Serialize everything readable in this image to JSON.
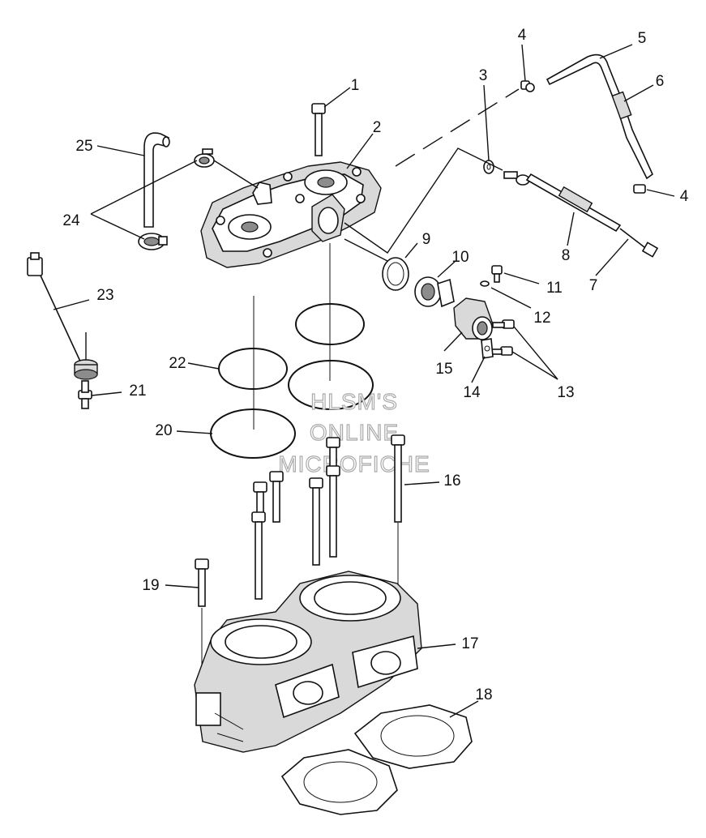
{
  "diagram": {
    "callouts": [
      "1",
      "2",
      "3",
      "4",
      "5",
      "6",
      "4",
      "8",
      "7",
      "9",
      "10",
      "11",
      "12",
      "13",
      "15",
      "14",
      "13",
      "16",
      "17",
      "18",
      "19",
      "20",
      "21",
      "22",
      "23",
      "24",
      "25"
    ],
    "watermark": [
      "HLSM'S",
      "ONLINE",
      "MICROFICHE"
    ]
  }
}
